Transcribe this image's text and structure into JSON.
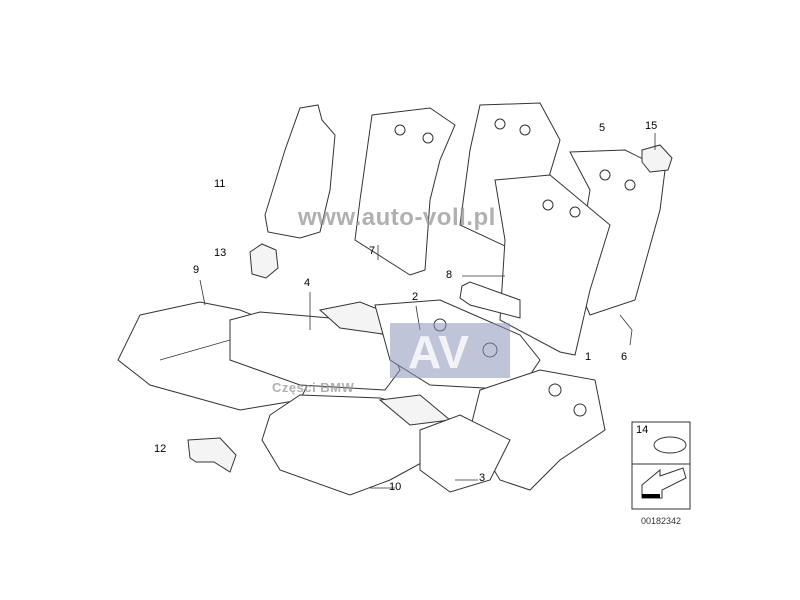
{
  "diagram": {
    "part_labels": {
      "p1": "1",
      "p2": "2",
      "p3": "3",
      "p4": "4",
      "p5": "5",
      "p6": "6",
      "p7": "7",
      "p8": "8",
      "p9": "9",
      "p10": "10",
      "p11": "11",
      "p12": "12",
      "p13": "13",
      "p14": "14",
      "p15": "15"
    },
    "diagram_code": "00182342",
    "watermark_url": "www.auto-voll.pl",
    "watermark_text": "Częsci BMW",
    "watermark_logo": "AV"
  },
  "colors": {
    "line": "#333333",
    "watermark": "#969696",
    "logo": "#8a93b8"
  }
}
